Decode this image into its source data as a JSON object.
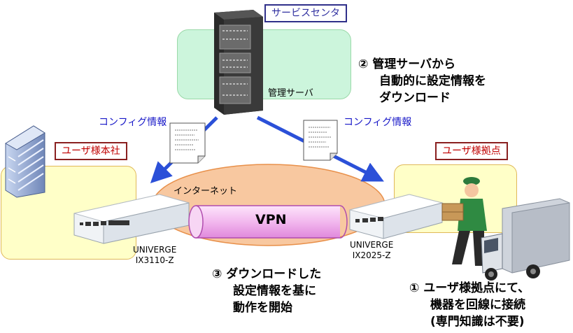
{
  "labels": {
    "service_center": "サービスセンタ",
    "management_server": "管理サーバ",
    "hq": "ユーザ様本社",
    "branch": "ユーザ様拠点",
    "config_left": "コンフィグ情報",
    "config_right": "コンフィグ情報",
    "internet": "インターネット",
    "vpn": "VPN"
  },
  "devices": [
    {
      "line1": "UNIVERGE",
      "line2": "IX3110-Z"
    },
    {
      "line1": "UNIVERGE",
      "line2": "IX2025-Z"
    }
  ],
  "steps": {
    "step2": [
      "② 管理サーバから",
      "自動的に設定情報を",
      "ダウンロード"
    ],
    "step3": [
      "③ ダウンロードした",
      "設定情報を基に",
      "動作を開始"
    ],
    "step1": [
      "① ユーザ様拠点にて、",
      "機器を回線に接続",
      "(専門知識は不要)"
    ]
  },
  "colors": {
    "arrow": "#2b50d8",
    "config_text": "#1818c8",
    "label_red": "#c00000",
    "label_blue": "#3030a0",
    "internet_fill": "#f8c8a0",
    "vpn_fill": "#f2b8ee",
    "zone_green": "#ccf5dc",
    "zone_yellow": "#ffffc8"
  }
}
